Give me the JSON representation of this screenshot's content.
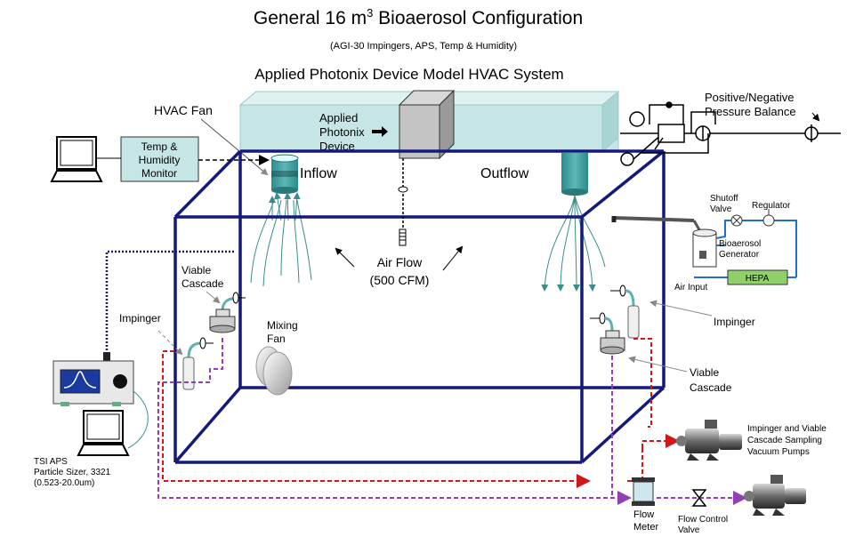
{
  "title": {
    "prefix": "General 16 m",
    "sup": "3",
    "suffix": " Bioaerosol Configuration",
    "subtitle": "(AGI-30 Impingers, APS, Temp & Humidity)",
    "heading2": "Applied Photonix Device Model HVAC System"
  },
  "labels": {
    "hvac_fan": "HVAC Fan",
    "device_1": "Applied",
    "device_2": "Photonix",
    "device_3": "Device",
    "temp_1": "Temp &",
    "temp_2": "Humidity",
    "temp_3": "Monitor",
    "inflow": "Inflow",
    "outflow": "Outflow",
    "pressure_1": "Positive/Negative",
    "pressure_2": "Pressure Balance",
    "shutoff_1": "Shutoff",
    "shutoff_2": "Valve",
    "regulator": "Regulator",
    "bio_1": "Bioaerosol",
    "bio_2": "Generator",
    "air_input": "Air Input",
    "hepa": "HEPA",
    "airflow_1": "Air Flow",
    "airflow_2": "(500 CFM)",
    "viable_left_1": "Viable",
    "viable_left_2": "Cascade",
    "impinger_left": "Impinger",
    "mixing_1": "Mixing",
    "mixing_2": "Fan",
    "impinger_right": "Impinger",
    "viable_right_1": "Viable",
    "viable_right_2": "Cascade",
    "aps_1": "TSI APS",
    "aps_2": "Particle Sizer, 3321",
    "aps_3": "(0.523-20.0um)",
    "pumps_1": "Impinger and Viable",
    "pumps_2": "Cascade Sampling",
    "pumps_3": "Vacuum Pumps",
    "flowmeter_1": "Flow",
    "flowmeter_2": "Meter",
    "flowvalve_1": "Flow Control",
    "flowvalve_2": "Valve"
  },
  "colors": {
    "chamber": "#14197a",
    "duct": "#c6e6e6",
    "flow_lines": "#3c8c8c",
    "red_line": "#d01818",
    "purple_line": "#9040b0",
    "air_line": "#1f6fd0",
    "hepa_fill": "#8fd06a"
  }
}
